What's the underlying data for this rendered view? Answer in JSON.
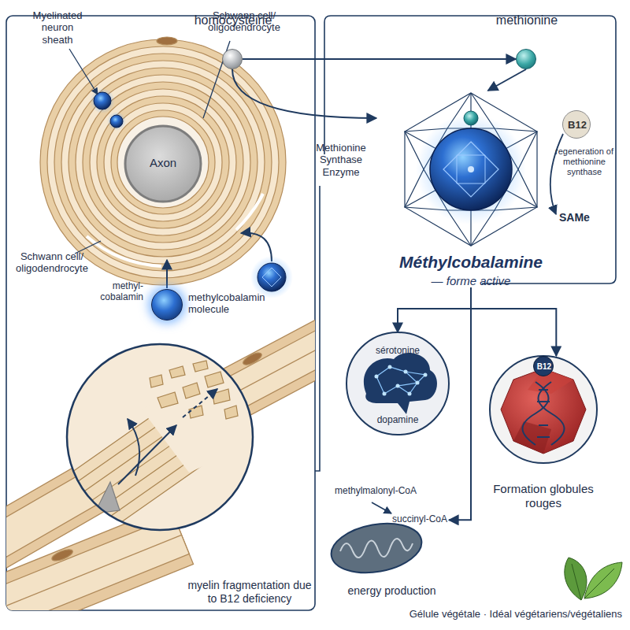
{
  "diagram": {
    "nodes": [
      {
        "text": [
          "methylcobalamin molecule"
        ]
      },
      {
        "text": [
          "homocysteine"
        ]
      },
      {
        "text": [
          "methionine"
        ]
      },
      {
        "text": [
          "Méthylcobalamine",
          "— forme active"
        ]
      },
      {
        "text": [
          "B12"
        ]
      },
      {
        "text": [
          "sérotonine",
          "dopamine"
        ]
      },
      {
        "text": [
          "Formation globules rouges"
        ]
      },
      {
        "text": [
          "B12"
        ],
        "in": 6
      },
      {
        "text": [
          "methylmalonyl-CoA",
          "succinyl-CoA",
          "energy production"
        ]
      }
    ],
    "edges": [
      {
        "from": 1,
        "to": 2,
        "arrow": "to"
      },
      {
        "from": 1,
        "to": 3,
        "arrow": "to"
      },
      {
        "from": 2,
        "to": 3,
        "arrow": "to"
      },
      {
        "from": 3,
        "to": 5,
        "arrow": "to"
      },
      {
        "from": 3,
        "to": 6,
        "arrow": "to"
      },
      {
        "from": 3,
        "to": 8,
        "arrow": "to"
      }
    ],
    "labels": [
      "Myelinated neuron sheath",
      "Schwann cell/ oligodendrocyte",
      "Axon",
      "Schwann cell/ oligodendrocyte",
      "methyl-cobalamin",
      "myelin fragmentation due to B12 deficiency",
      "Methionine Synthase Enzyme",
      "regeneration of methionine synthase",
      "SAMe",
      "Gélule végétale · Idéal végétariens/végétaliens"
    ]
  }
}
